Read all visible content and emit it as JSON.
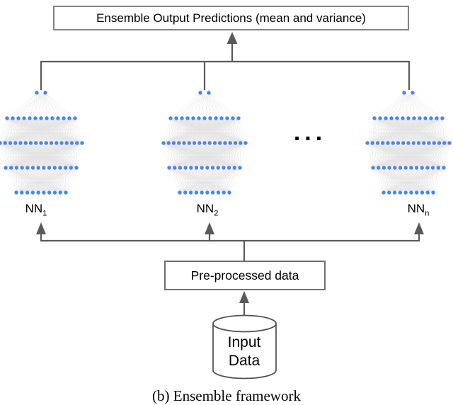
{
  "figure": {
    "ensemble_box": "Ensemble Output Predictions (mean and variance)",
    "networks": [
      {
        "name": "NN",
        "sub": "1"
      },
      {
        "name": "NN",
        "sub": "2"
      },
      {
        "name": "NN",
        "sub": "n"
      }
    ],
    "ellipsis": "...",
    "network_layers": [
      2,
      13,
      17,
      14,
      10
    ],
    "preprocess_box": "Pre-processed data",
    "datastore": {
      "line1": "Input",
      "line2": "Data"
    },
    "caption": "(b) Ensemble framework",
    "colors": {
      "node_blue": "#4a86e8",
      "edge_gray": "#e2e2e2",
      "wire_gray": "#5a5a5a",
      "box_border_gray": "#7d7d7d"
    }
  }
}
